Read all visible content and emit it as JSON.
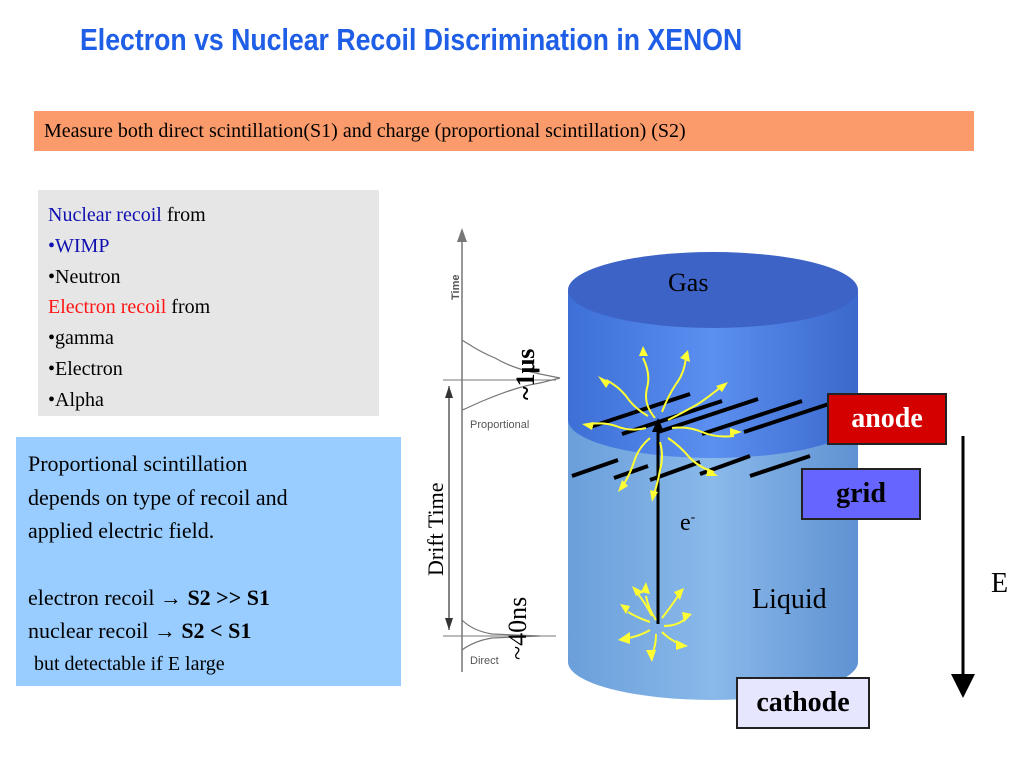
{
  "title": "Electron vs  Nuclear Recoil Discrimination in XENON",
  "banner": "Measure both direct scintillation(S1) and charge (proportional scintillation) (S2)",
  "recoil_box": {
    "nuclear_heading": "Nuclear recoil",
    "from_1": " from",
    "nuclear_items": [
      "•WIMP",
      "•Neutron"
    ],
    "electron_heading": "Electron recoil",
    "from_2": " from",
    "electron_items": [
      "•gamma",
      "•Electron",
      "•Alpha"
    ]
  },
  "explain_box": {
    "lines": [
      "Proportional scintillation",
      "depends on type of recoil and",
      "applied electric field."
    ],
    "electron_line_prefix": "electron recoil → ",
    "electron_line_bold": "S2 >> S1",
    "nuclear_line_prefix": "nuclear recoil → ",
    "nuclear_line_bold": "S2 < S1",
    "footnote": "but detectable if E large"
  },
  "waveform": {
    "time_label": "Time",
    "proportional_label": "Proportional",
    "direct_label": "Direct",
    "drift_time_label": "Drift Time",
    "width_s2": "~1μs",
    "width_s1": "~40ns"
  },
  "detector": {
    "gas_label": "Gas",
    "liquid_label": "Liquid",
    "electron_label": "e",
    "electron_sup": "-",
    "anode_label": "anode",
    "grid_label": "grid",
    "cathode_label": "cathode",
    "field_label": "E"
  },
  "colors": {
    "title": "#1f5ee6",
    "banner": "#fb9b6b",
    "gray_box": "#e6e6e6",
    "blue_box": "#99ccff",
    "gas_top": "#3f66cc",
    "gas_side": "#4a7fe0",
    "liquid": "#74a9e0",
    "photon": "#ffff33",
    "anode": "#d40000",
    "grid": "#6666ff",
    "cathode": "#e6e6ff"
  }
}
